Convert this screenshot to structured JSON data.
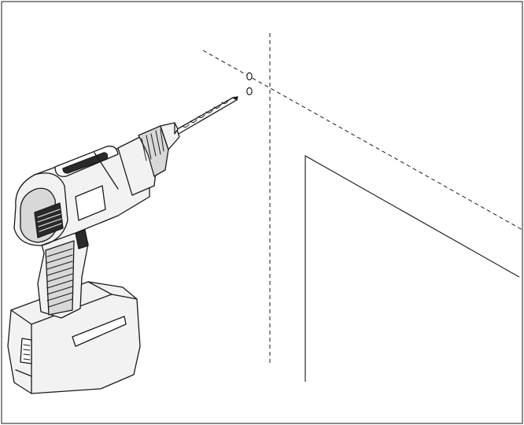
{
  "figure": {
    "subject": "cordless-drill-wall-mounting-illustration",
    "colors": {
      "line": "#1a1a1a",
      "background": "#ffffff",
      "drill_body": "#f2f2f2",
      "drill_shadow": "#d8d8d8",
      "drill_dark": "#2a2a2a"
    },
    "elements": {
      "drill_icon": "cordless-drill",
      "drill_bit_icon": "twist-drill-bit",
      "hole_marks": 2,
      "guide_lines": "dashed",
      "panel": "wall-cabinet-outline"
    }
  }
}
